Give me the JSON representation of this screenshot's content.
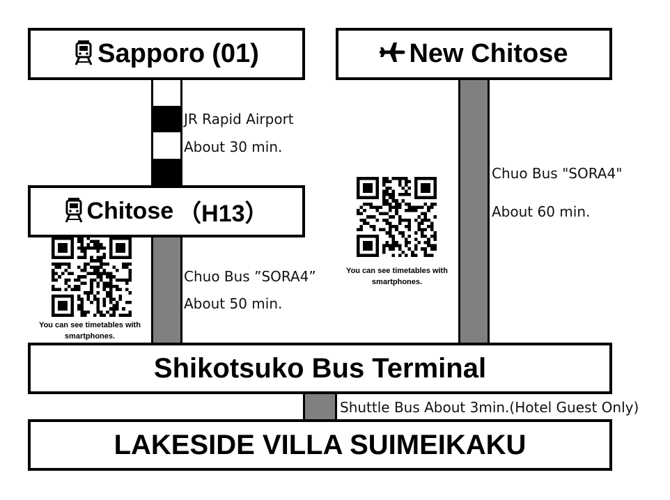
{
  "stations": {
    "sapporo": {
      "name": "Sapporo",
      "code": "(01)",
      "icon": "train-icon"
    },
    "new_chitose": {
      "name": "New Chitose",
      "icon": "airplane-icon"
    },
    "chitose": {
      "name": "Chitose",
      "code": "（H13）",
      "icon": "train-icon"
    },
    "terminal": {
      "name": "Shikotsuko Bus Terminal"
    },
    "hotel": {
      "name": "LAKESIDE VILLA SUIMEIKAKU"
    }
  },
  "routes": {
    "jr": {
      "line": "JR Rapid Airport",
      "time": "About 30 min."
    },
    "chitose_bus": {
      "line": "Chuo Bus ”SORA4”",
      "time": "About 50 min."
    },
    "airport_bus": {
      "line": "Chuo Bus \"SORA4\"",
      "time": "About 60 min."
    },
    "shuttle": {
      "line": "Shuttle Bus About 3min.(Hotel Guest Only)"
    }
  },
  "qr_codes": {
    "chitose": {
      "caption_line1": "You can see timetables with",
      "caption_line2": "smartphones.",
      "icon": "qr-code-icon"
    },
    "airport": {
      "caption_line1": "You can see timetables with",
      "caption_line2": "smartphones.",
      "icon": "qr-code-icon"
    }
  },
  "colors": {
    "line_gray": "#808080",
    "border": "#000000",
    "background": "#ffffff"
  }
}
